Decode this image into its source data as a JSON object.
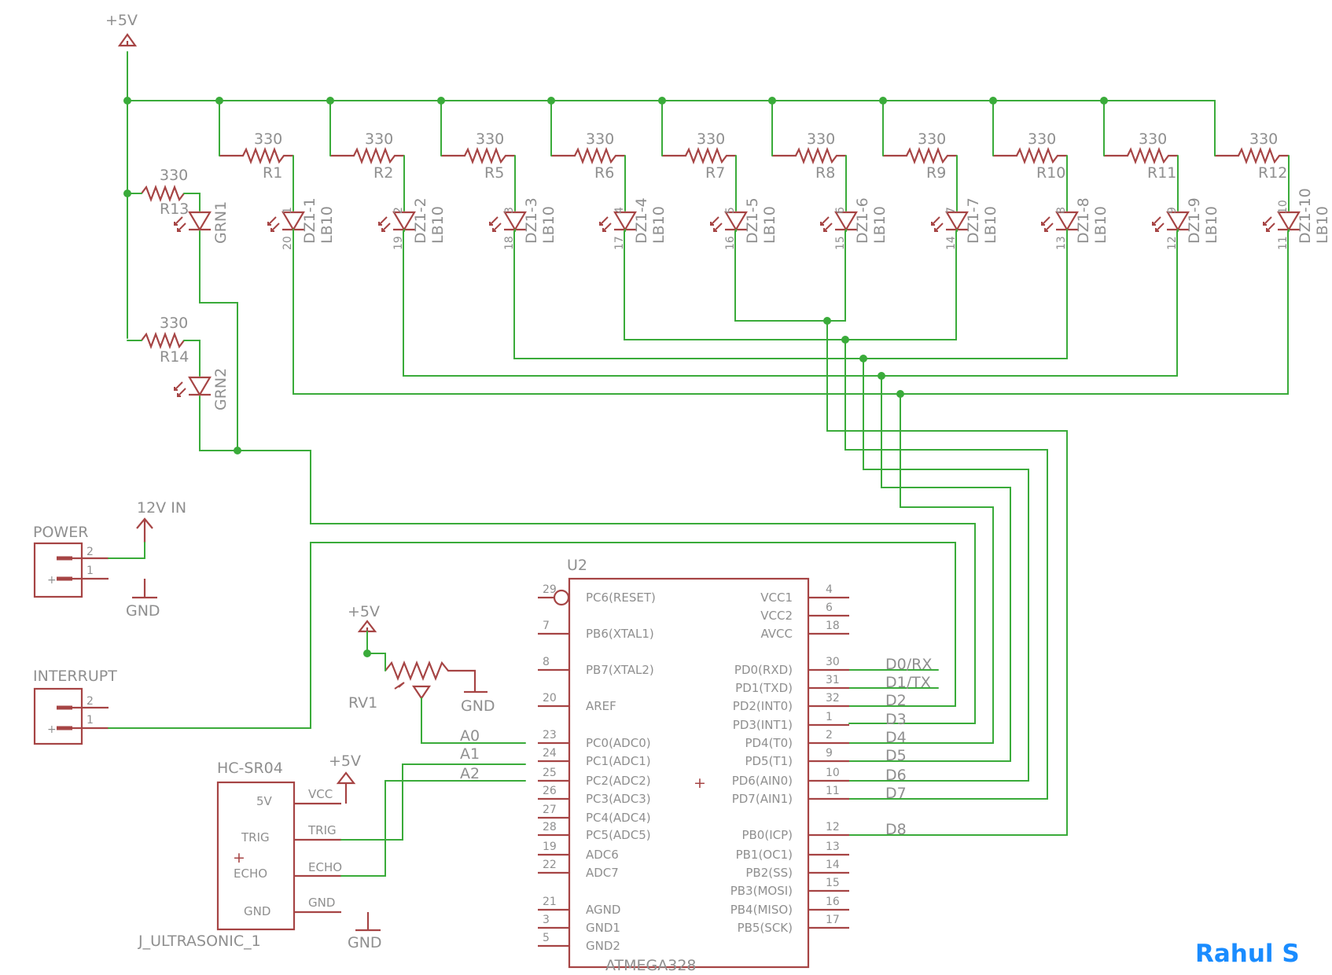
{
  "supply": {
    "vcc_label": "+5V",
    "in_label": "12V IN",
    "gnd_label": "GND"
  },
  "resistor_value": "330",
  "resistors": [
    "R1",
    "R2",
    "R5",
    "R6",
    "R7",
    "R8",
    "R9",
    "R10",
    "R11",
    "R12"
  ],
  "status_leds": [
    {
      "ref": "R13",
      "value": "330",
      "led": "GRN1"
    },
    {
      "ref": "R14",
      "value": "330",
      "led": "GRN2"
    }
  ],
  "bargraph": {
    "value": "LB10",
    "segments": [
      {
        "name": "DZ1-1",
        "pin_a": "1",
        "pin_k": "20"
      },
      {
        "name": "DZ1-2",
        "pin_a": "2",
        "pin_k": "19"
      },
      {
        "name": "DZ1-3",
        "pin_a": "3",
        "pin_k": "18"
      },
      {
        "name": "DZ1-4",
        "pin_a": "4",
        "pin_k": "17"
      },
      {
        "name": "DZ1-5",
        "pin_a": "5",
        "pin_k": "16"
      },
      {
        "name": "DZ1-6",
        "pin_a": "6",
        "pin_k": "15"
      },
      {
        "name": "DZ1-7",
        "pin_a": "7",
        "pin_k": "14"
      },
      {
        "name": "DZ1-8",
        "pin_a": "8",
        "pin_k": "13"
      },
      {
        "name": "DZ1-9",
        "pin_a": "9",
        "pin_k": "12"
      },
      {
        "name": "DZ1-10",
        "pin_a": "10",
        "pin_k": "11"
      }
    ]
  },
  "power_conn": {
    "name": "POWER",
    "pin2": "2",
    "pin1": "1",
    "plus": "+"
  },
  "interrupt_conn": {
    "name": "INTERRUPT",
    "pin2": "2",
    "pin1": "1",
    "plus": "+"
  },
  "pot": {
    "ref": "RV1"
  },
  "ultrasonic": {
    "title": "HC-SR04",
    "label": "J_ULTRASONIC_1",
    "pins": [
      "5V",
      "TRIG",
      "ECHO",
      "GND"
    ],
    "nets": [
      "VCC",
      "TRIG",
      "ECHO",
      "GND"
    ],
    "plus": "+"
  },
  "mcu": {
    "ref": "U2",
    "value": "ATMEGA328",
    "plus": "+",
    "left_pins": [
      {
        "num": "29",
        "name": "PC6(RESET)"
      },
      {
        "num": "7",
        "name": "PB6(XTAL1)"
      },
      {
        "num": "8",
        "name": "PB7(XTAL2)"
      },
      {
        "num": "20",
        "name": "AREF"
      },
      {
        "num": "23",
        "name": "PC0(ADC0)"
      },
      {
        "num": "24",
        "name": "PC1(ADC1)"
      },
      {
        "num": "25",
        "name": "PC2(ADC2)"
      },
      {
        "num": "26",
        "name": "PC3(ADC3)"
      },
      {
        "num": "27",
        "name": "PC4(ADC4)"
      },
      {
        "num": "28",
        "name": "PC5(ADC5)"
      },
      {
        "num": "19",
        "name": "ADC6"
      },
      {
        "num": "22",
        "name": "ADC7"
      },
      {
        "num": "21",
        "name": "AGND"
      },
      {
        "num": "3",
        "name": "GND1"
      },
      {
        "num": "5",
        "name": "GND2"
      }
    ],
    "right_pins": [
      {
        "num": "4",
        "name": "VCC1"
      },
      {
        "num": "6",
        "name": "VCC2"
      },
      {
        "num": "18",
        "name": "AVCC"
      },
      {
        "num": "30",
        "name": "PD0(RXD)"
      },
      {
        "num": "31",
        "name": "PD1(TXD)"
      },
      {
        "num": "32",
        "name": "PD2(INT0)"
      },
      {
        "num": "1",
        "name": "PD3(INT1)"
      },
      {
        "num": "2",
        "name": "PD4(T0)"
      },
      {
        "num": "9",
        "name": "PD5(T1)"
      },
      {
        "num": "10",
        "name": "PD6(AIN0)"
      },
      {
        "num": "11",
        "name": "PD7(AIN1)"
      },
      {
        "num": "12",
        "name": "PB0(ICP)"
      },
      {
        "num": "13",
        "name": "PB1(OC1)"
      },
      {
        "num": "14",
        "name": "PB2(SS)"
      },
      {
        "num": "15",
        "name": "PB3(MOSI)"
      },
      {
        "num": "16",
        "name": "PB4(MISO)"
      },
      {
        "num": "17",
        "name": "PB5(SCK)"
      }
    ],
    "digital_nets": [
      "D0/RX",
      "D1/TX",
      "D2",
      "D3",
      "D4",
      "D5",
      "D6",
      "D7",
      "D8"
    ],
    "analog_nets": [
      "A0",
      "A1",
      "A2"
    ]
  },
  "author": "Rahul S",
  "colors": {
    "wire": "#3aab3a",
    "part": "#a64444",
    "text": "#8f8f8f",
    "author": "#1a8cff"
  }
}
